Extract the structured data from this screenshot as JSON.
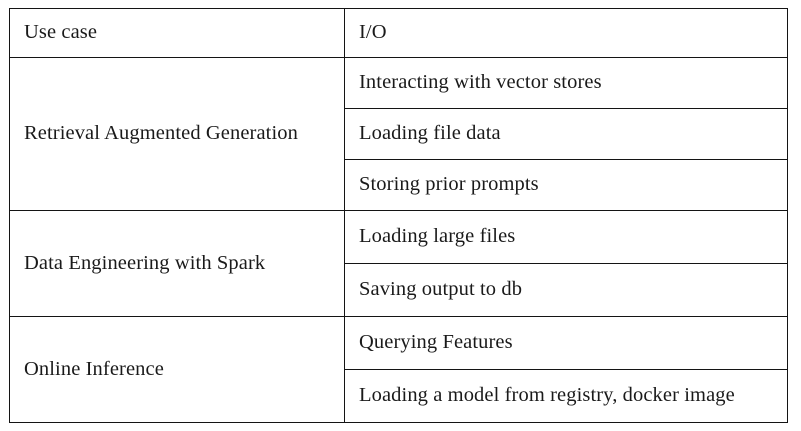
{
  "table": {
    "columns": [
      {
        "key": "use_case",
        "header": "Use case"
      },
      {
        "key": "io",
        "header": "I/O"
      }
    ],
    "header_row": {
      "use_case": "Use case",
      "io": "I/O"
    },
    "groups": [
      {
        "use_case": "Retrieval Augmented Generation",
        "io_rows": [
          "Interacting with vector stores",
          "Loading file data",
          "Storing prior prompts"
        ]
      },
      {
        "use_case": "Data Engineering with Spark",
        "io_rows": [
          "Loading large files",
          "Saving output to db"
        ]
      },
      {
        "use_case": "Online Inference",
        "io_rows": [
          "Querying Features",
          "Loading a model from registry, docker image"
        ]
      }
    ]
  },
  "style": {
    "border_color": "#141414",
    "text_color": "#1a1a1a",
    "background": "#ffffff"
  }
}
